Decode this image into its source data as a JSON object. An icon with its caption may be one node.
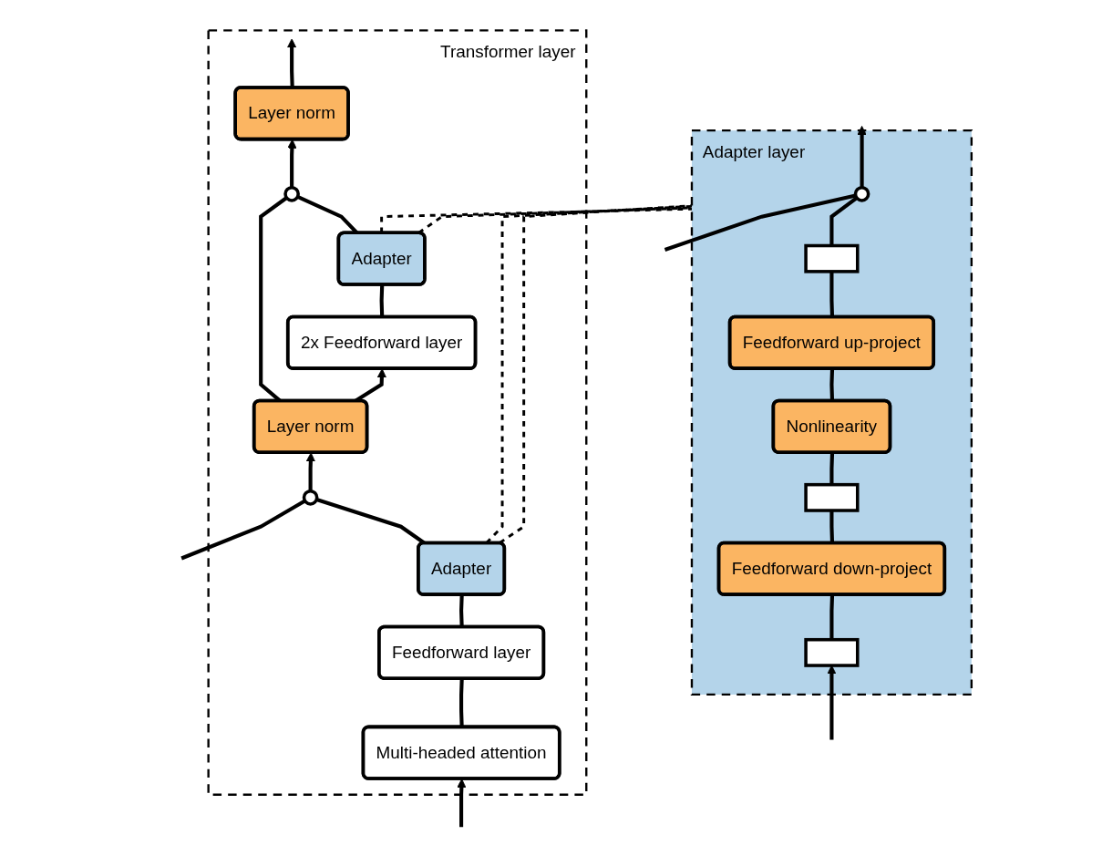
{
  "diagram": {
    "nodes": [
      {
        "text": [
          "Transformer layer"
        ]
      },
      {
        "text": [
          "Layer norm"
        ],
        "in": 0
      },
      {
        "text": [],
        "shape": "circle",
        "in": 0
      },
      {
        "text": [
          "Adapter"
        ],
        "in": 0
      },
      {
        "text": [
          "2x Feedforward layer"
        ],
        "in": 0
      },
      {
        "text": [
          "Layer norm"
        ],
        "in": 0
      },
      {
        "text": [],
        "shape": "circle",
        "in": 0
      },
      {
        "text": [
          "Adapter"
        ],
        "in": 0
      },
      {
        "text": [
          "Feedforward layer"
        ],
        "in": 0
      },
      {
        "text": [
          "Multi-headed attention"
        ],
        "in": 0
      },
      {
        "text": [
          "Adapter layer"
        ]
      },
      {
        "text": [],
        "shape": "circle",
        "in": 10
      },
      {
        "text": [],
        "shape": "box",
        "in": 10
      },
      {
        "text": [
          "Feedforward up-project"
        ],
        "in": 10
      },
      {
        "text": [
          "Nonlinearity"
        ],
        "in": 10
      },
      {
        "text": [],
        "shape": "box",
        "in": 10
      },
      {
        "text": [
          "Feedforward down-project"
        ],
        "in": 10
      },
      {
        "text": [],
        "shape": "box",
        "in": 10
      }
    ],
    "edges": [
      {
        "from": null,
        "to": 9,
        "arrow": "to"
      },
      {
        "from": null,
        "to": 6,
        "arrow": "none"
      },
      {
        "from": 9,
        "to": 8,
        "arrow": "none"
      },
      {
        "from": 8,
        "to": 7,
        "arrow": "none"
      },
      {
        "from": 7,
        "to": 6,
        "arrow": "none"
      },
      {
        "from": 6,
        "to": 5,
        "arrow": "to"
      },
      {
        "from": 5,
        "to": 4,
        "arrow": "to"
      },
      {
        "from": 5,
        "to": 2,
        "arrow": "none"
      },
      {
        "from": 4,
        "to": 3,
        "arrow": "none"
      },
      {
        "from": 3,
        "to": 2,
        "arrow": "none"
      },
      {
        "from": 2,
        "to": 1,
        "arrow": "to"
      },
      {
        "from": 1,
        "to": null,
        "arrow": "to"
      },
      {
        "from": null,
        "to": 17,
        "arrow": "to"
      },
      {
        "from": null,
        "to": 11,
        "arrow": "none"
      },
      {
        "from": 17,
        "to": 16,
        "arrow": "none"
      },
      {
        "from": 16,
        "to": 15,
        "arrow": "none"
      },
      {
        "from": 15,
        "to": 14,
        "arrow": "none"
      },
      {
        "from": 14,
        "to": 13,
        "arrow": "none"
      },
      {
        "from": 13,
        "to": 12,
        "arrow": "none"
      },
      {
        "from": 12,
        "to": 11,
        "arrow": "none"
      },
      {
        "from": 11,
        "to": null,
        "arrow": "to"
      },
      {
        "from": 3,
        "to": 10,
        "arrow": "none",
        "style": "dashed"
      },
      {
        "from": 3,
        "to": 10,
        "arrow": "none",
        "style": "dashed"
      },
      {
        "from": 7,
        "to": 10,
        "arrow": "none",
        "style": "dashed"
      },
      {
        "from": 7,
        "to": 10,
        "arrow": "none",
        "style": "dashed"
      }
    ]
  }
}
